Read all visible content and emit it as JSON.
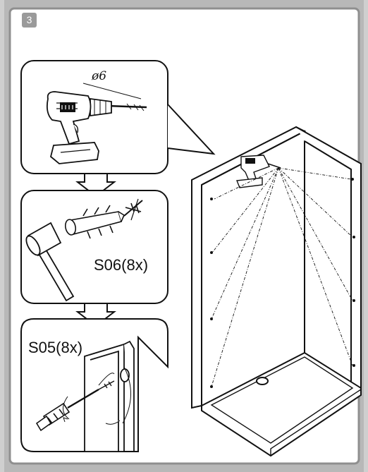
{
  "step_number": "3",
  "drill_bit_diameter": "ø6",
  "wall_anchor_label": "S06(8x)",
  "screw_label": "S05(8x)",
  "colors": {
    "frame_gray": "#9a9a9a",
    "line": "#111111",
    "background": "#ffffff"
  },
  "icons": [
    "cordless-drill-icon",
    "hammer-icon",
    "wall-anchor-icon",
    "no-drill-icon",
    "screwdriver-icon",
    "shower-enclosure-icon",
    "shower-tray-icon"
  ]
}
